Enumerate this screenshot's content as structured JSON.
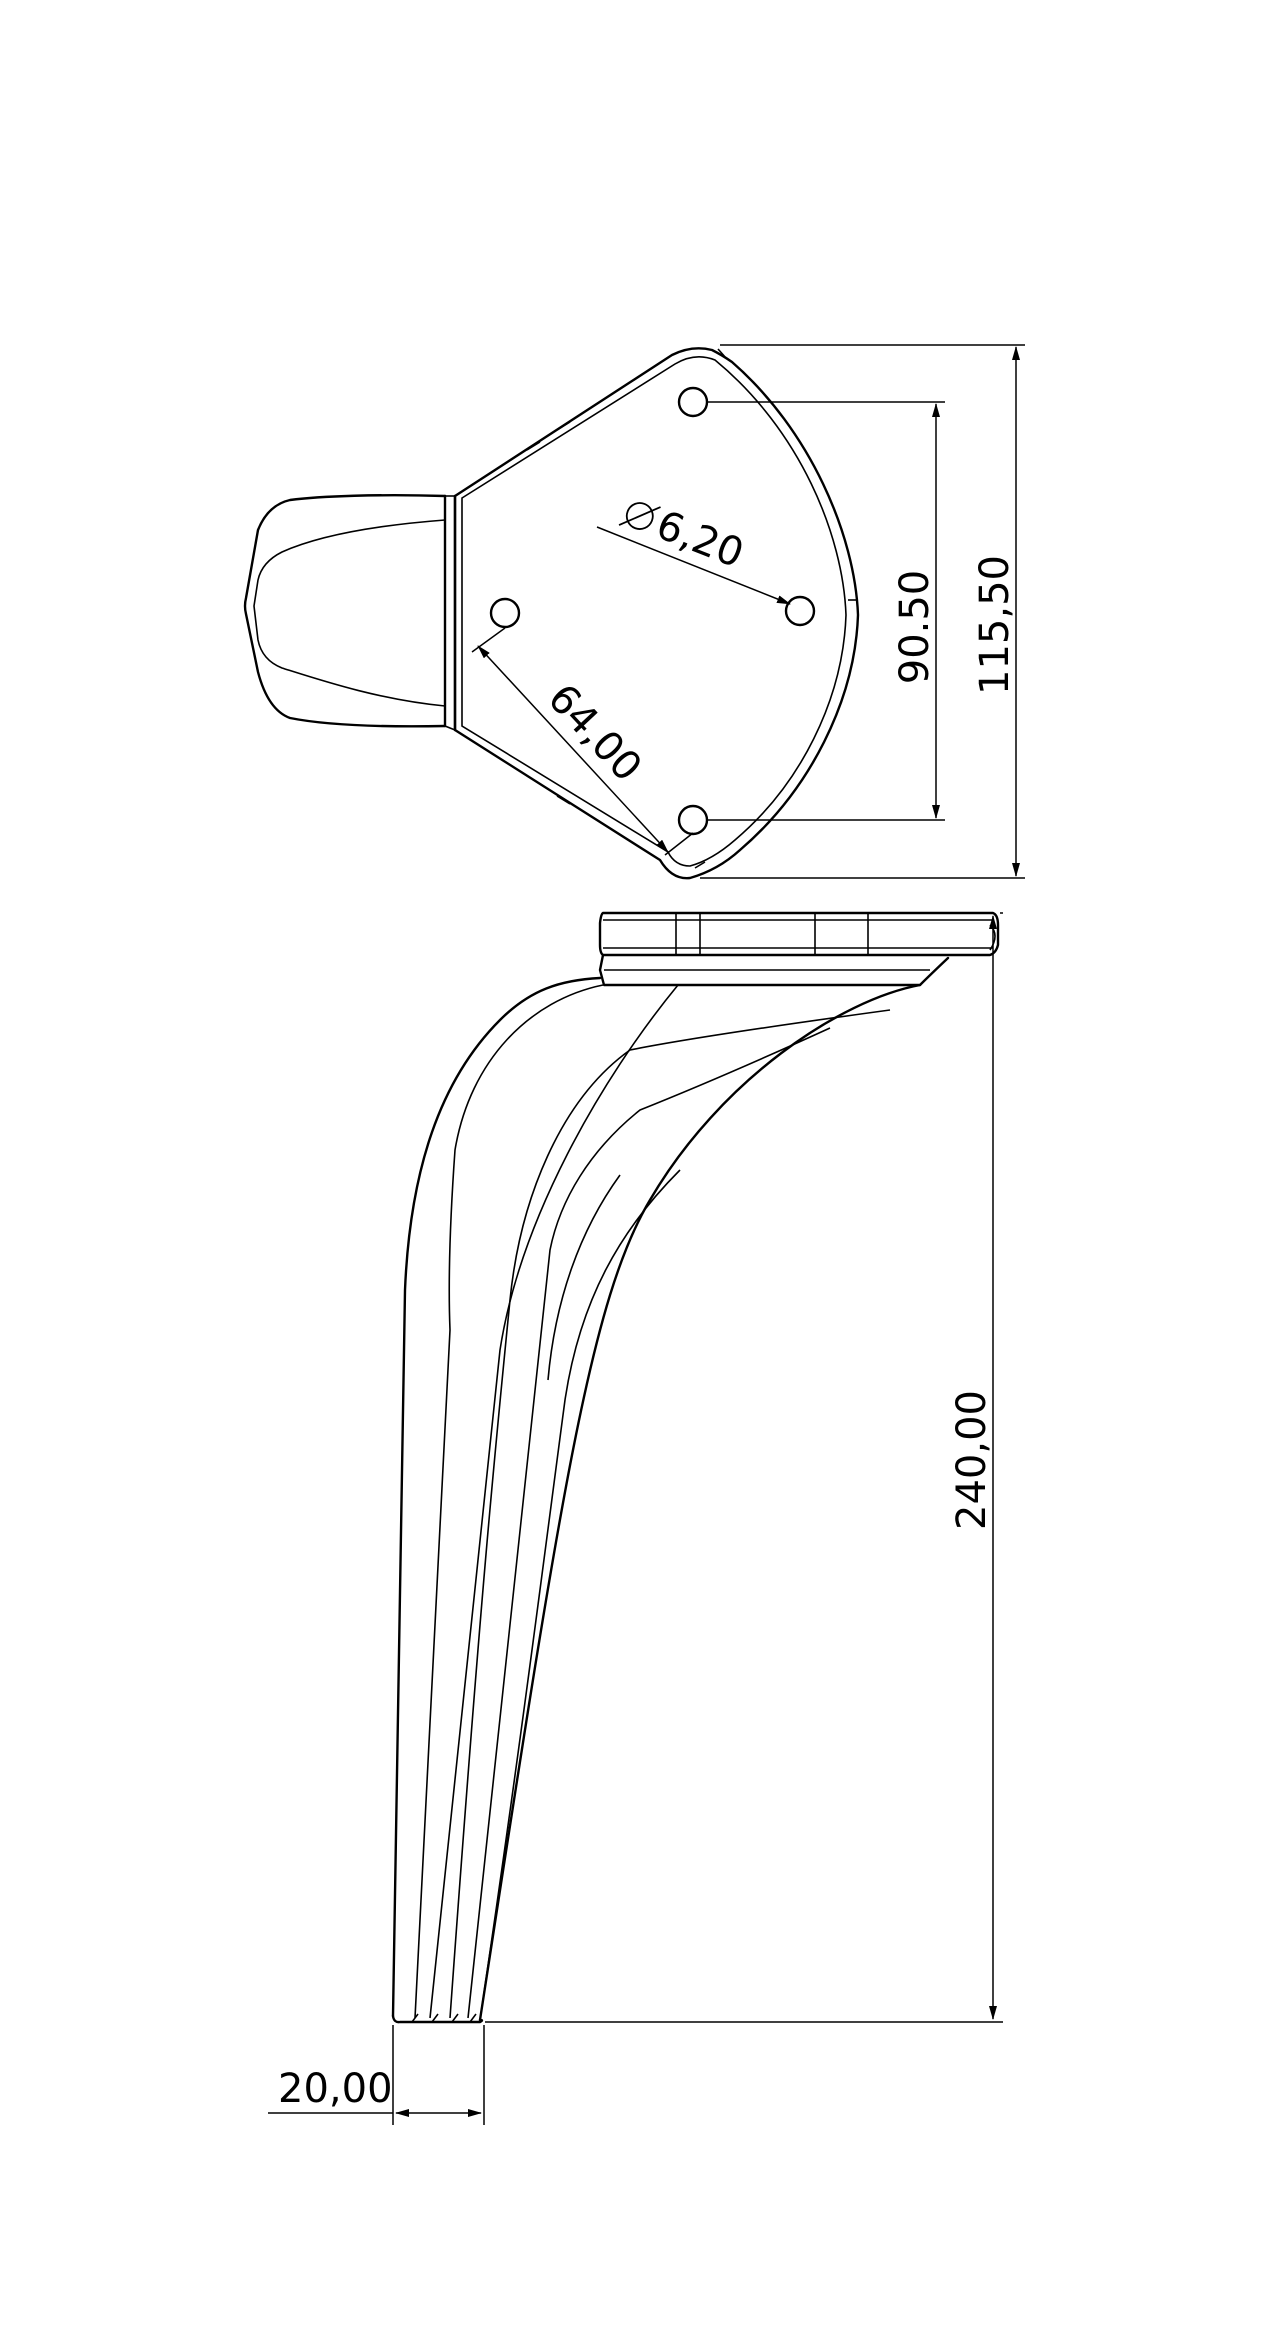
{
  "dimensions": {
    "hole_diameter": "6,20",
    "hole_diagonal_spacing": "64,00",
    "hole_vertical_spacing": "90.50",
    "plate_total_height": "115,50",
    "leg_height": "240,00",
    "leg_foot_width": "20,00"
  },
  "colors": {
    "line": "#000000",
    "background": "#ffffff"
  }
}
